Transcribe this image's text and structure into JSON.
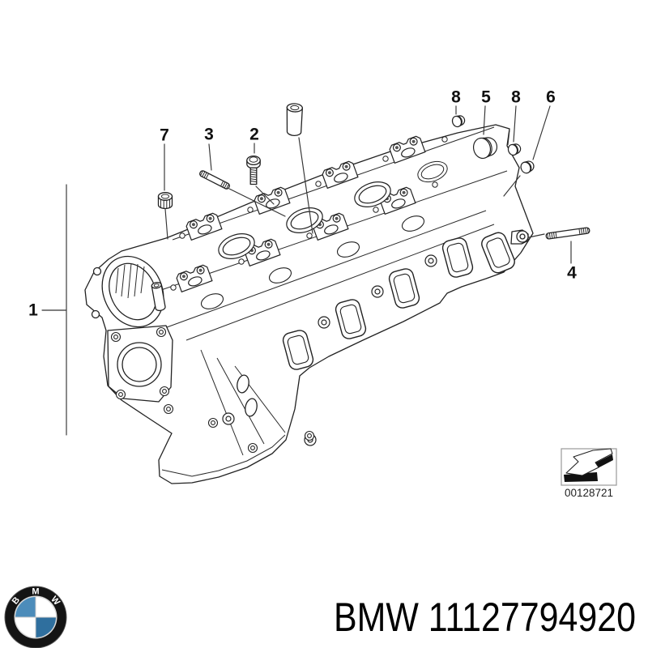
{
  "page": {
    "background": "#ffffff",
    "type": "parts-diagram"
  },
  "colors": {
    "line": "#222222",
    "leader": "#333333",
    "stamp_border": "#999999",
    "logo_blue_light": "#4c8cba",
    "logo_blue_dark": "#2f6f9e",
    "logo_ring": "#141414"
  },
  "callouts": {
    "n1": "1",
    "n2": "2",
    "n3": "3",
    "n4": "4",
    "n5": "5",
    "n6": "6",
    "n7": "7",
    "n8a": "8",
    "n8b": "8"
  },
  "stamp": {
    "code": "00128721"
  },
  "logo": {
    "letters": [
      "B",
      "M",
      "W"
    ]
  },
  "footer": {
    "part_text": "BMW 11127794920"
  }
}
